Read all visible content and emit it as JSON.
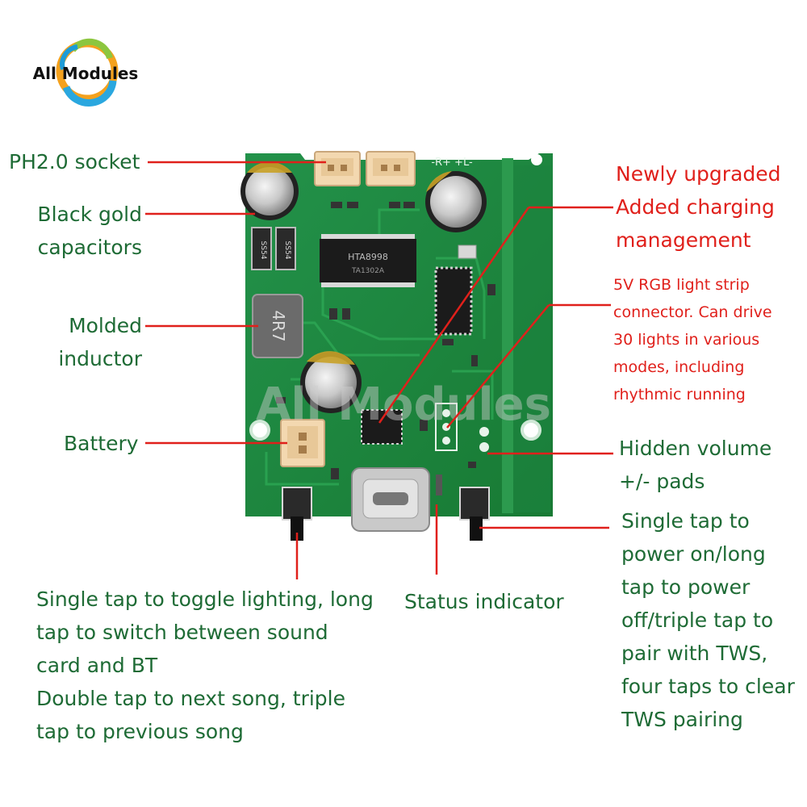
{
  "logo": {
    "text": "All Modules",
    "watermark": "All Modules"
  },
  "labels": {
    "ph_socket": "PH2.0 socket",
    "capacitors": [
      "Black gold",
      "capacitors"
    ],
    "inductor": [
      "Molded",
      "inductor"
    ],
    "battery": "Battery",
    "upgraded": [
      "Newly upgraded",
      "Added charging",
      "management"
    ],
    "rgb": [
      "5V RGB light strip",
      "connector. Can drive",
      "30 lights in various",
      "modes, including",
      "rhythmic running"
    ],
    "volume": [
      "Hidden volume",
      "+/- pads"
    ],
    "power": [
      "Single tap to",
      "power on/long",
      "tap to power",
      "off/triple tap to",
      "pair with TWS,",
      "four taps to clear",
      "TWS pairing"
    ],
    "status": "Status indicator",
    "lighting": [
      "Single tap to toggle lighting, long",
      "tap to switch between sound",
      "card and BT",
      "Double tap to next song, triple",
      "tap to previous song"
    ]
  },
  "pcb_markings": {
    "chip_main": "HTA8998",
    "chip_main_sub": "TA1302A",
    "diode_left": "SS54",
    "diode_right": "SS54",
    "inductor_code": "4R7",
    "header_polarity": "-R+ +L-"
  },
  "colors": {
    "label": "#1e6b35",
    "accent": "#e0201b",
    "pcb": "#1f8a3c",
    "leader": "#e0201b"
  }
}
